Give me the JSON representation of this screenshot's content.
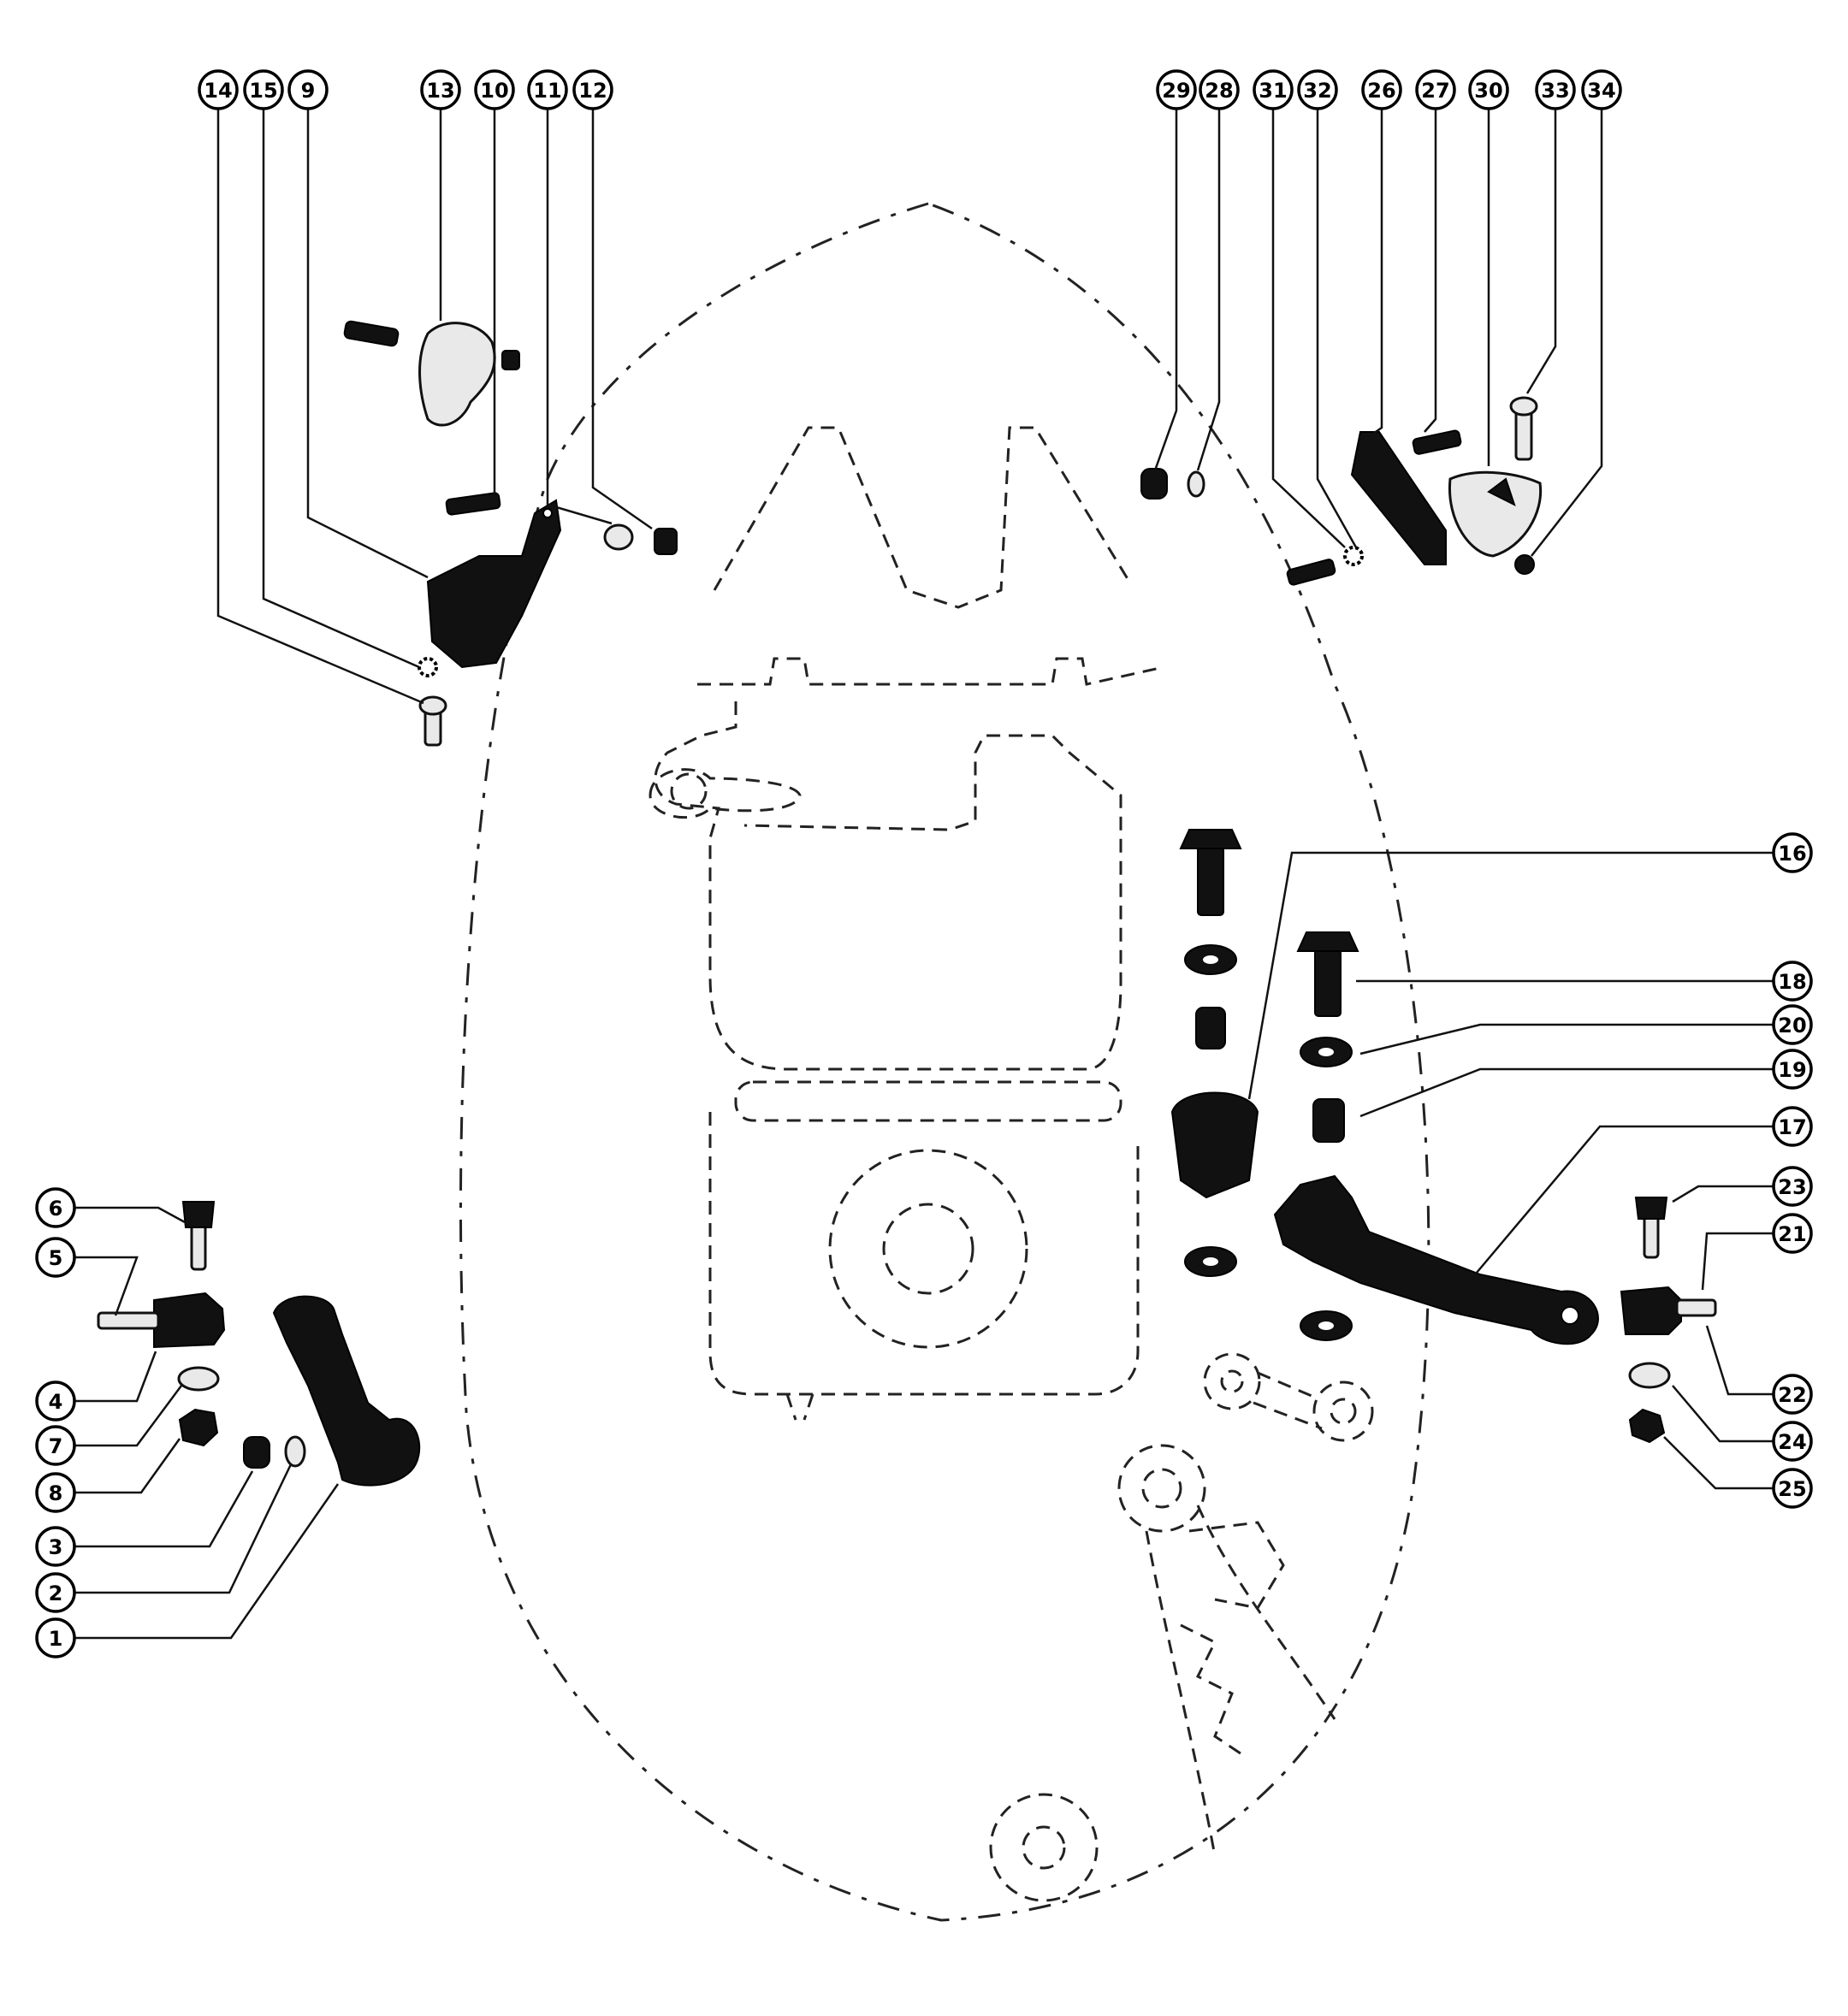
{
  "diagram": {
    "callouts": [
      {
        "id": "c14",
        "label": "14"
      },
      {
        "id": "c15",
        "label": "15"
      },
      {
        "id": "c9",
        "label": "9"
      },
      {
        "id": "c13",
        "label": "13"
      },
      {
        "id": "c10",
        "label": "10"
      },
      {
        "id": "c11",
        "label": "11"
      },
      {
        "id": "c12",
        "label": "12"
      },
      {
        "id": "c29",
        "label": "29"
      },
      {
        "id": "c28",
        "label": "28"
      },
      {
        "id": "c31",
        "label": "31"
      },
      {
        "id": "c32",
        "label": "32"
      },
      {
        "id": "c26",
        "label": "26"
      },
      {
        "id": "c27",
        "label": "27"
      },
      {
        "id": "c30",
        "label": "30"
      },
      {
        "id": "c33",
        "label": "33"
      },
      {
        "id": "c34",
        "label": "34"
      },
      {
        "id": "c16",
        "label": "16"
      },
      {
        "id": "c18",
        "label": "18"
      },
      {
        "id": "c20",
        "label": "20"
      },
      {
        "id": "c19",
        "label": "19"
      },
      {
        "id": "c17",
        "label": "17"
      },
      {
        "id": "c23",
        "label": "23"
      },
      {
        "id": "c21",
        "label": "21"
      },
      {
        "id": "c22",
        "label": "22"
      },
      {
        "id": "c24",
        "label": "24"
      },
      {
        "id": "c25",
        "label": "25"
      },
      {
        "id": "c6",
        "label": "6"
      },
      {
        "id": "c5",
        "label": "5"
      },
      {
        "id": "c4",
        "label": "4"
      },
      {
        "id": "c7",
        "label": "7"
      },
      {
        "id": "c8",
        "label": "8"
      },
      {
        "id": "c3",
        "label": "3"
      },
      {
        "id": "c2",
        "label": "2"
      },
      {
        "id": "c1",
        "label": "1"
      }
    ]
  }
}
